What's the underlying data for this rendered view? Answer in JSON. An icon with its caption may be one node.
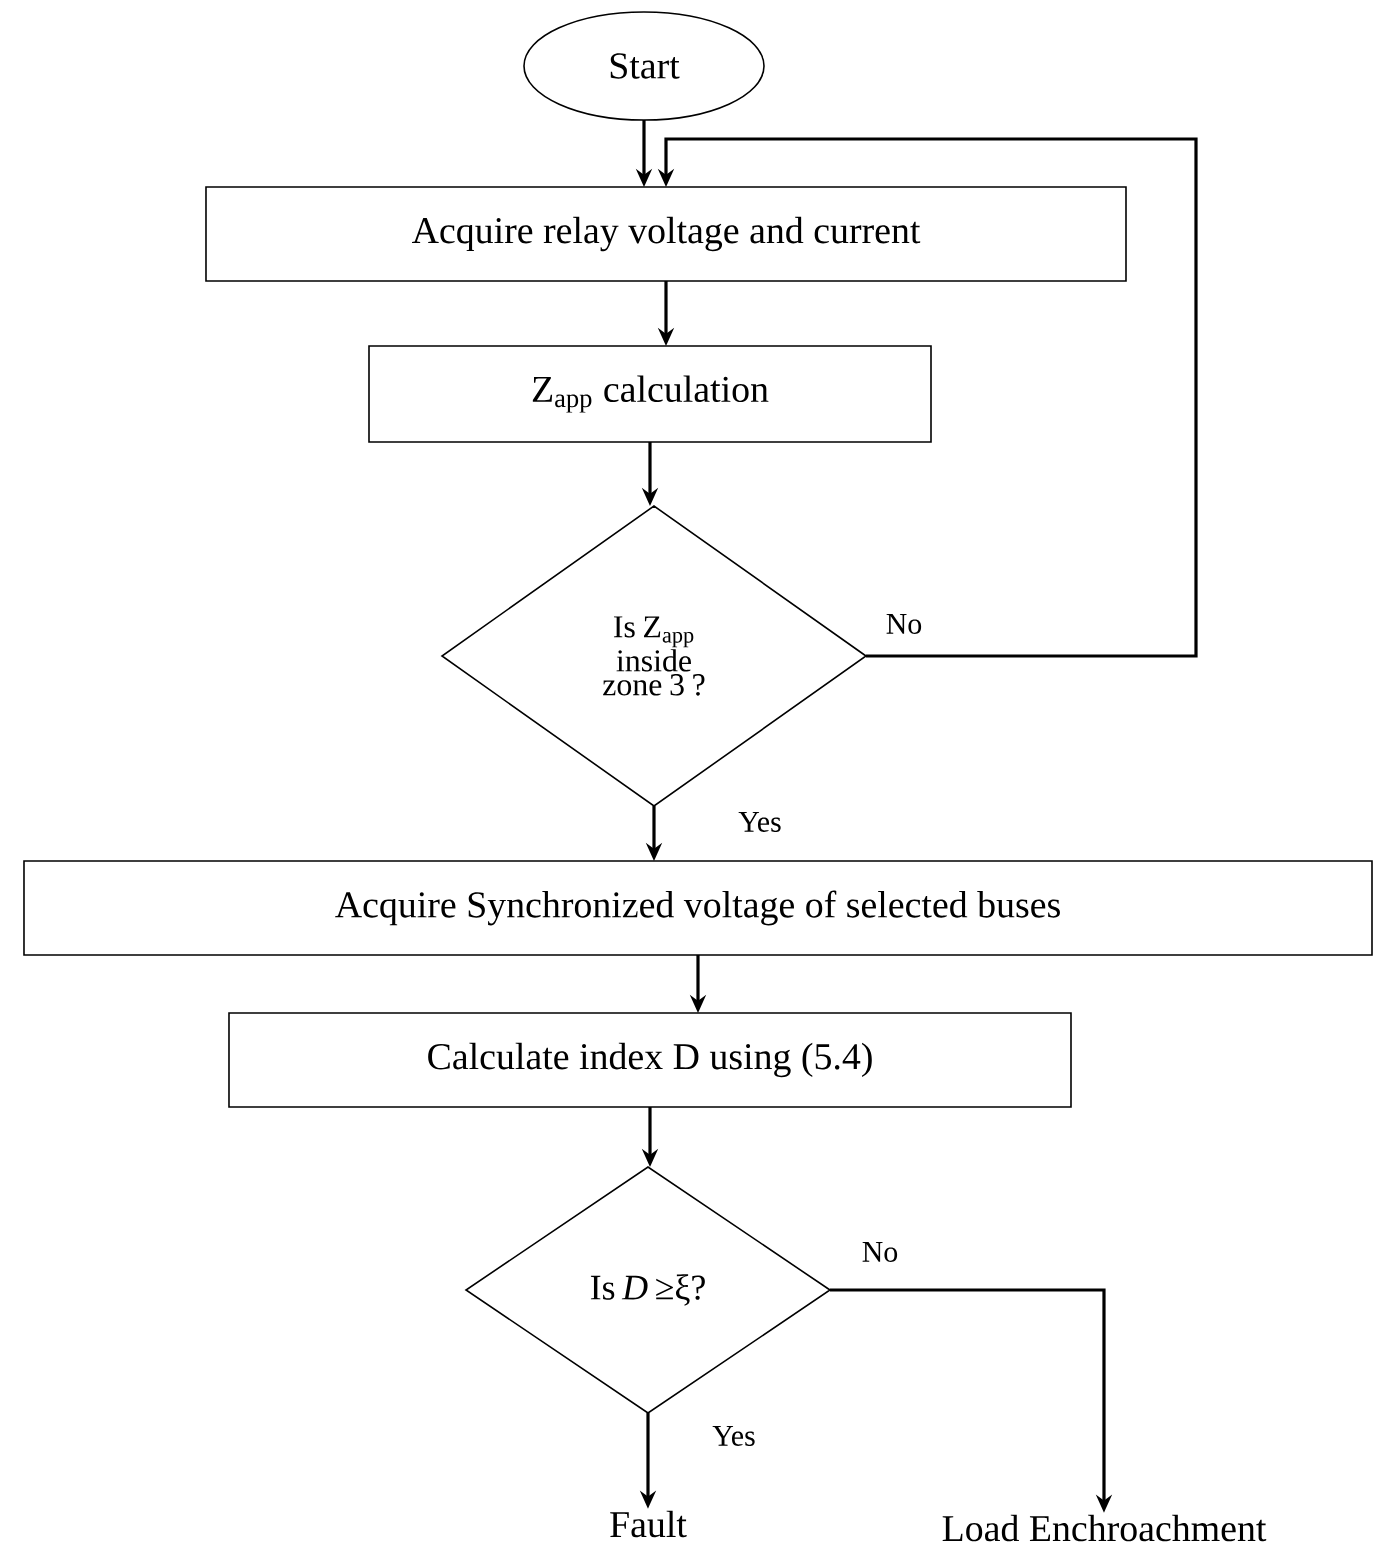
{
  "diagram": {
    "nodes": [
      {
        "text": [
          "Start"
        ]
      },
      {
        "text": [
          "Acquire relay voltage and current"
        ]
      },
      {
        "text": [
          "Z$_{app}$ calculation"
        ]
      },
      {
        "text": [
          "Is Z$_{app}$ inside zone 3 ?"
        ]
      },
      {
        "text": [
          "Acquire Synchronized voltage of selected buses"
        ]
      },
      {
        "text": [
          "Calculate index D using (5.4)"
        ]
      },
      {
        "text": [
          "Is *D* ≥ξ?"
        ]
      },
      {
        "text": [
          "Fault"
        ]
      },
      {
        "text": [
          "Load Enchroachment"
        ]
      }
    ],
    "edges": [
      {
        "from": 0,
        "to": 1,
        "arrow": "to"
      },
      {
        "from": 1,
        "to": 2,
        "arrow": "to"
      },
      {
        "from": 2,
        "to": 3,
        "arrow": "to"
      },
      {
        "from": 3,
        "to": 1,
        "arrow": "to",
        "label": "No"
      },
      {
        "from": 3,
        "to": 4,
        "arrow": "to",
        "label": "Yes"
      },
      {
        "from": 4,
        "to": 5,
        "arrow": "to"
      },
      {
        "from": 5,
        "to": 6,
        "arrow": "to"
      },
      {
        "from": 6,
        "to": 7,
        "arrow": "to",
        "label": "Yes"
      },
      {
        "from": 6,
        "to": 8,
        "arrow": "to",
        "label": "No"
      }
    ]
  }
}
